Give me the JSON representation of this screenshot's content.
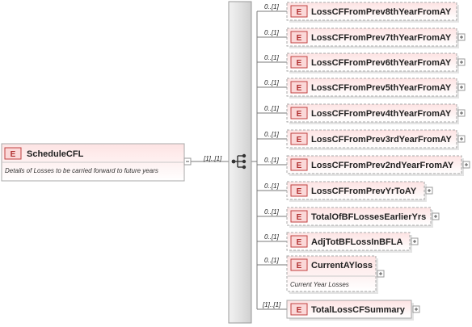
{
  "root": {
    "name": "ScheduleCFL",
    "doc": "Details of Losses to be carried forward to future years",
    "cardinality": "[1]..[1]",
    "badge": "E"
  },
  "compositor": "sequence",
  "children": [
    {
      "name": "LossCFFromPrev8thYearFromAY",
      "card": "0..[1]",
      "optional": true,
      "expandable": false
    },
    {
      "name": "LossCFFromPrev7thYearFromAY",
      "card": "0..[1]",
      "optional": true,
      "expandable": true
    },
    {
      "name": "LossCFFromPrev6thYearFromAY",
      "card": "0..[1]",
      "optional": true,
      "expandable": true
    },
    {
      "name": "LossCFFromPrev5thYearFromAY",
      "card": "0..[1]",
      "optional": true,
      "expandable": true
    },
    {
      "name": "LossCFFromPrev4thYearFromAY",
      "card": "0..[1]",
      "optional": true,
      "expandable": true
    },
    {
      "name": "LossCFFromPrev3rdYearFromAY",
      "card": "0..[1]",
      "optional": true,
      "expandable": true
    },
    {
      "name": "LossCFFromPrev2ndYearFromAY",
      "card": "0..[1]",
      "optional": true,
      "expandable": true
    },
    {
      "name": "LossCFFromPrevYrToAY",
      "card": "0..[1]",
      "optional": true,
      "expandable": true
    },
    {
      "name": "TotalOfBFLossesEarlierYrs",
      "card": "0..[1]",
      "optional": true,
      "expandable": true
    },
    {
      "name": "AdjTotBFLossInBFLA",
      "card": "0..[1]",
      "optional": true,
      "expandable": true
    },
    {
      "name": "CurrentAYloss",
      "card": "0..[1]",
      "optional": true,
      "expandable": true,
      "doc": "Current Year Losses"
    },
    {
      "name": "TotalLossCFSummary",
      "card": "[1]..[1]",
      "optional": false,
      "expandable": true
    }
  ],
  "colors": {
    "line": "#7a7a7a",
    "boxBorder": "#a8a8a8",
    "gradientStart": "#fde6e6",
    "gradientEnd": "#ffffff",
    "badgeFill": "#fbd8d8",
    "badgeStroke": "#c04040",
    "badgeText": "#b03030"
  },
  "icons": {
    "badge": "element-badge",
    "collapse": "minus-collapse-icon",
    "expand": "plus-expand-icon",
    "compositor": "sequence-compositor-icon"
  }
}
